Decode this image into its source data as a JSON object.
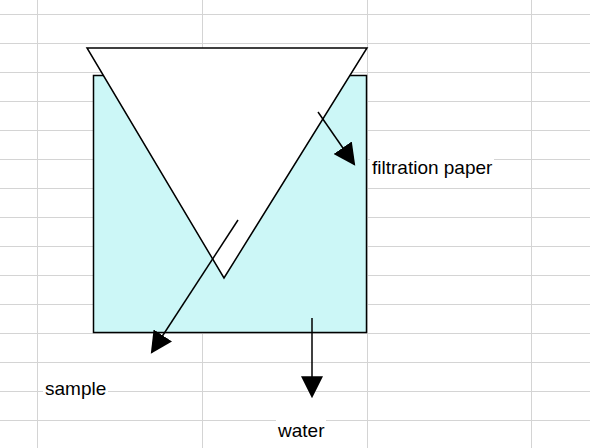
{
  "diagram": {
    "labels": [
      "filtration paper",
      "sample",
      "water"
    ]
  }
}
